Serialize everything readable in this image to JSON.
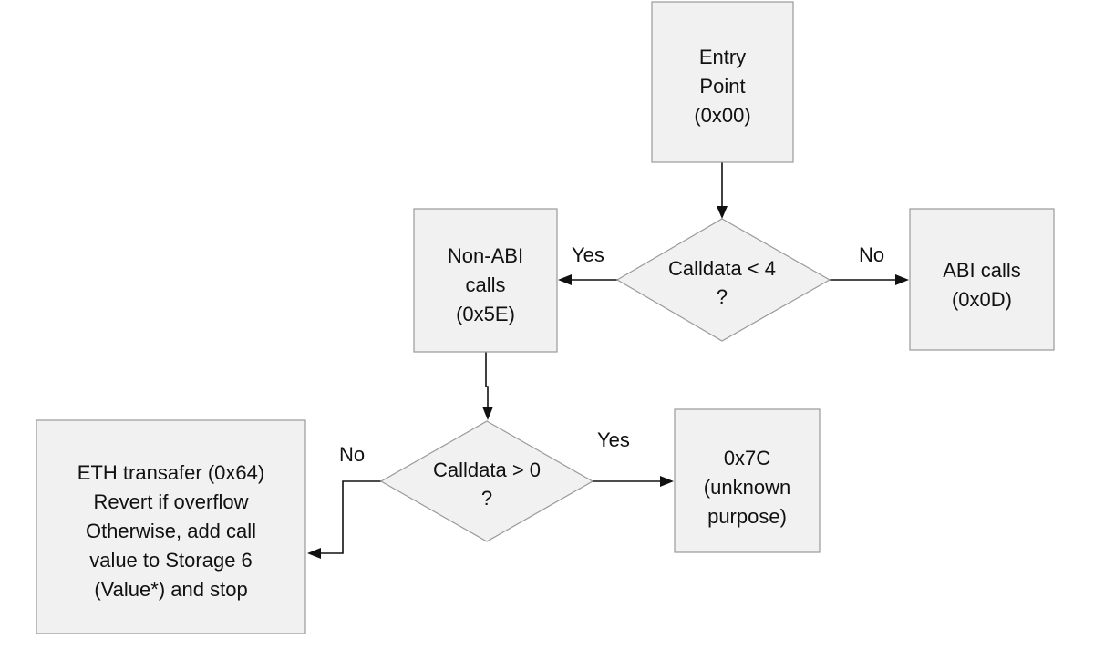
{
  "nodes": {
    "entry": {
      "lines": [
        "Entry",
        "Point",
        "(0x00)"
      ]
    },
    "calldata_lt4": {
      "lines": [
        "Calldata < 4",
        "?"
      ]
    },
    "non_abi": {
      "lines": [
        "Non-ABI",
        "calls",
        "(0x5E)"
      ]
    },
    "abi": {
      "lines": [
        "ABI calls",
        "(0x0D)"
      ]
    },
    "calldata_gt0": {
      "lines": [
        "Calldata > 0",
        "?"
      ]
    },
    "unknown": {
      "lines": [
        "0x7C",
        "(unknown",
        "purpose)"
      ]
    },
    "eth_transfer": {
      "lines": [
        "ETH transafer (0x64)",
        "Revert if overflow",
        "Otherwise, add call",
        "value to Storage 6",
        "(Value*) and stop"
      ]
    }
  },
  "edges": {
    "lt4_yes": "Yes",
    "lt4_no": "No",
    "gt0_yes": "Yes",
    "gt0_no": "No"
  }
}
